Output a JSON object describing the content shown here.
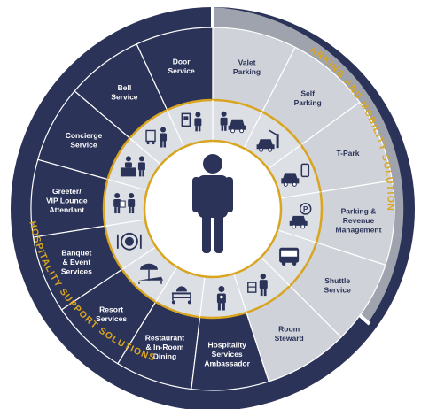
{
  "ring_titles": {
    "hospitality": "HOSPITALITY SUPPORT SOLUTIONS",
    "parking": "PARKING AND MOBILITY SOLUTIONS"
  },
  "colors": {
    "navy": "#2b3358",
    "navy_dark": "#232a4b",
    "gold": "#d9a520",
    "gray_outer": "#9ea3ad",
    "gray_mid": "#cfd2d8",
    "gray_light": "#dcdfe4",
    "text_white": "#ffffff",
    "text_dark": "#2b3358"
  },
  "hospitality_services": [
    {
      "lines": [
        "Door",
        "Service"
      ],
      "icon": "door-attendant-icon"
    },
    {
      "lines": [
        "Bell",
        "Service"
      ],
      "icon": "bellhop-cart-icon"
    },
    {
      "lines": [
        "Concierge",
        "Service"
      ],
      "icon": "concierge-desk-icon"
    },
    {
      "lines": [
        "Greeter/",
        "VIP Lounge",
        "Attendant"
      ],
      "icon": "greeter-icon"
    },
    {
      "lines": [
        "Banquet",
        "& Event",
        "Services"
      ],
      "icon": "banquet-plate-icon"
    },
    {
      "lines": [
        "Resort",
        "Services"
      ],
      "icon": "beach-lounger-icon"
    },
    {
      "lines": [
        "Restaurant",
        "& In-Room",
        "Dining"
      ],
      "icon": "room-service-cart-icon"
    },
    {
      "lines": [
        "Hospitality",
        "Services",
        "Ambassador"
      ],
      "icon": "ambassador-icon"
    }
  ],
  "parking_services": [
    {
      "lines": [
        "Valet",
        "Parking"
      ],
      "icon": "valet-car-icon"
    },
    {
      "lines": [
        "Self",
        "Parking"
      ],
      "icon": "parking-gate-icon"
    },
    {
      "lines": [
        "T-Park"
      ],
      "icon": "car-phone-icon"
    },
    {
      "lines": [
        "Parking &",
        "Revenue",
        "Management"
      ],
      "icon": "parking-pin-icon"
    },
    {
      "lines": [
        "Shuttle",
        "Service"
      ],
      "icon": "shuttle-bus-icon"
    },
    {
      "lines": [
        "Room",
        "Steward"
      ],
      "icon": "room-steward-icon"
    }
  ],
  "center": {
    "icon": "person-icon"
  }
}
